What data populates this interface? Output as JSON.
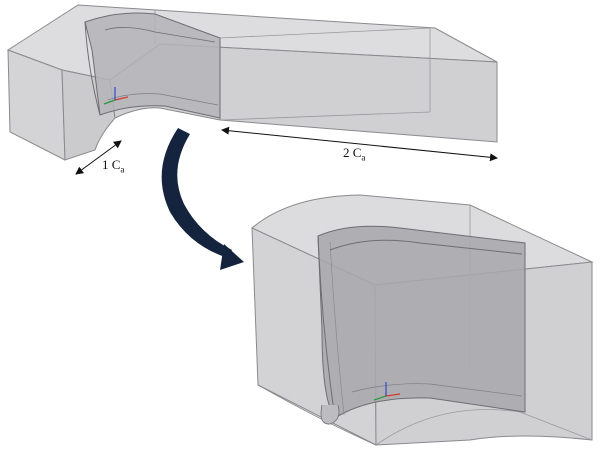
{
  "labels": {
    "left_dimension": {
      "coef": "1 C",
      "sub": "a"
    },
    "right_dimension": {
      "coef": "2 C",
      "sub": "a"
    }
  },
  "colors": {
    "box_fill": "#d9d9db",
    "box_face_dark": "#cfcfd2",
    "box_edge": "#8a8a8e",
    "blade_fill": "#a6a6aa",
    "blade_edge": "#6e6e72",
    "arrow": "#14243f",
    "axis_x": "#d43a2a",
    "axis_y": "#2a9a3a",
    "axis_z": "#2a4ad4"
  },
  "icons": [
    "dimension-arrow-icon",
    "transition-arrow-icon",
    "coordinate-axes-icon"
  ]
}
